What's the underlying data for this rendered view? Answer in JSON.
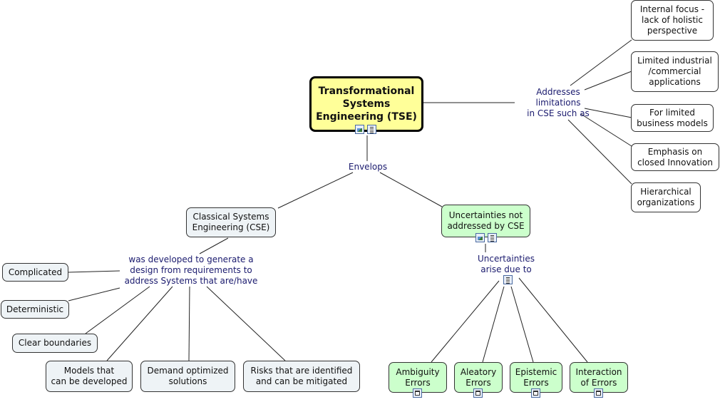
{
  "root": {
    "label": "Transformational\nSystems\nEngineering (TSE)"
  },
  "links": {
    "addresses": "Addresses\nlimitations\nin CSE such as",
    "envelops": "Envelops",
    "developed": "was developed to generate a\ndesign from requirements to\naddress Systems that are/have",
    "arise": "Uncertainties\narise due to"
  },
  "limitations": [
    "Internal focus -\nlack of holistic\nperspective",
    "Limited industrial\n/commercial\napplications",
    "For limited\nbusiness models",
    "Emphasis on\nclosed Innovation",
    "Hierarchical\norganizations"
  ],
  "cse": {
    "label": "Classical Systems\nEngineering (CSE)"
  },
  "cse_traits": [
    "Complicated",
    "Deterministic",
    "Clear boundaries",
    "Models that\ncan be developed",
    "Demand optimized\nsolutions",
    "Risks that are identified\nand can be mitigated"
  ],
  "uncertainties": {
    "label": "Uncertainties not\naddressed by CSE"
  },
  "errors": [
    "Ambiguity\nErrors",
    "Aleatory\nErrors",
    "Epistemic\nErrors",
    "Interaction\nof Errors"
  ],
  "icons": {
    "root": [
      "image-icon",
      "note-icon"
    ],
    "uncertainties": [
      "image-icon",
      "note-icon"
    ],
    "arise": [
      "note-icon"
    ],
    "errors": [
      "submap-icon",
      "submap-icon",
      "submap-icon",
      "submap-icon"
    ]
  },
  "colors": {
    "root_fill": "#ffff99",
    "cse_fill": "#eef3f6",
    "uncertainty_fill": "#ccffcc",
    "link_text": "#1a1a6e"
  }
}
